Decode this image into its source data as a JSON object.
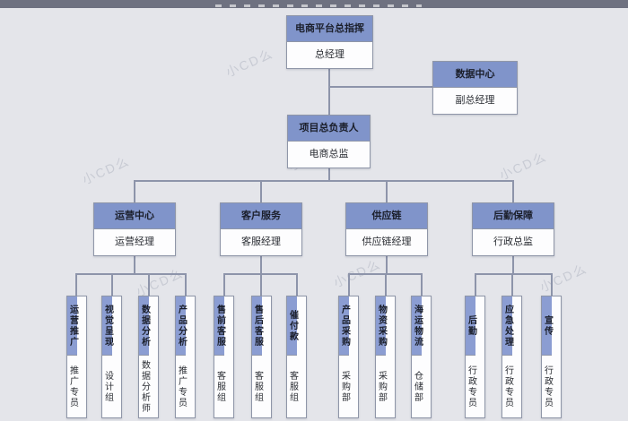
{
  "watermark": "小CD么",
  "colors": {
    "background": "#e4e5ea",
    "top_bar": "#6e7180",
    "header_bg": "#8094ca",
    "vertical_header_bg": "#8b9dd2",
    "box_body_bg": "#fdfdfe",
    "line": "#8d94aa"
  },
  "org": {
    "root": {
      "title": "电商平台总指挥",
      "subtitle": "总经理"
    },
    "staff": {
      "title": "数据中心",
      "subtitle": "副总经理"
    },
    "director": {
      "title": "项目总负责人",
      "subtitle": "电商总监"
    },
    "departments": [
      {
        "title": "运营中心",
        "subtitle": "运营经理",
        "teams": [
          {
            "title": "运营推广",
            "subtitle": "推广专员"
          },
          {
            "title": "视觉呈现",
            "subtitle": "设计组"
          },
          {
            "title": "数据分析",
            "subtitle": "数据分析师"
          },
          {
            "title": "产品分析",
            "subtitle": "推广专员"
          }
        ]
      },
      {
        "title": "客户服务",
        "subtitle": "客服经理",
        "teams": [
          {
            "title": "售前客服",
            "subtitle": "客服组"
          },
          {
            "title": "售后客服",
            "subtitle": "客服组"
          },
          {
            "title": "催付款",
            "subtitle": "客服组"
          }
        ]
      },
      {
        "title": "供应链",
        "subtitle": "供应链经理",
        "teams": [
          {
            "title": "产品采购",
            "subtitle": "采购部"
          },
          {
            "title": "物资采购",
            "subtitle": "采购部"
          },
          {
            "title": "海运物流",
            "subtitle": "仓储部"
          }
        ]
      },
      {
        "title": "后勤保障",
        "subtitle": "行政总监",
        "teams": [
          {
            "title": "后勤",
            "subtitle": "行政专员"
          },
          {
            "title": "应急处理",
            "subtitle": "行政专员"
          },
          {
            "title": "宣传",
            "subtitle": "行政专员"
          }
        ]
      }
    ]
  }
}
